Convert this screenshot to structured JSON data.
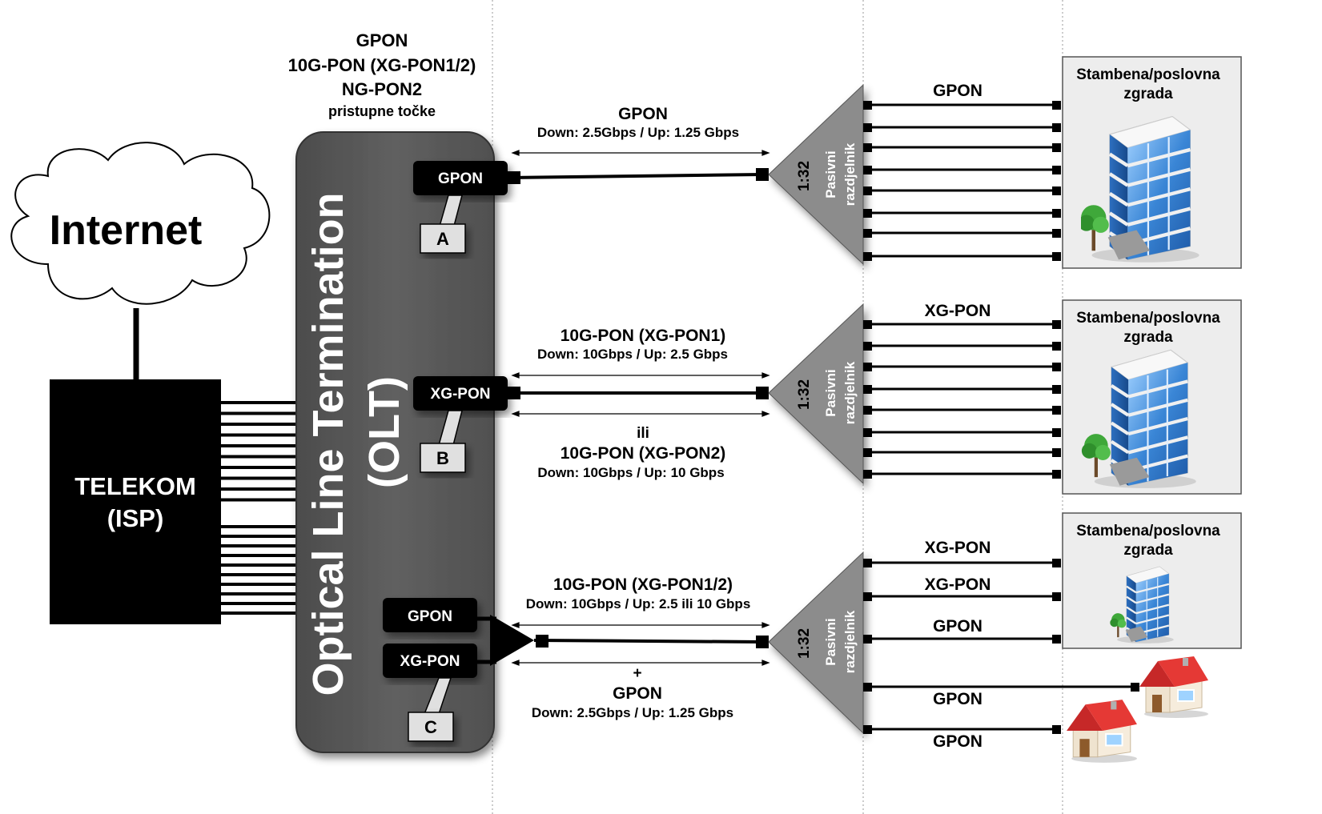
{
  "internet": {
    "label": "Internet"
  },
  "isp": {
    "line1": "TELEKOM",
    "line2": "(ISP)"
  },
  "olt": {
    "header": [
      "GPON",
      "10G-PON (XG-PON1/2)",
      "NG-PON2"
    ],
    "subheader": "pristupne točke",
    "title": "Optical Line Termination",
    "title_abbr": "(OLT)"
  },
  "ports": {
    "a": "GPON",
    "b": "XG-PON",
    "c_top": "GPON",
    "c_bottom": "XG-PON"
  },
  "callouts": {
    "a": "A",
    "b": "B",
    "c": "C"
  },
  "links": {
    "a": {
      "title": "GPON",
      "speed": "Down: 2.5Gbps / Up: 1.25 Gbps"
    },
    "b": {
      "title": "10G-PON (XG-PON1)",
      "speed": "Down: 10Gbps / Up: 2.5 Gbps",
      "or": "ili",
      "title2": "10G-PON (XG-PON2)",
      "speed2": "Down: 10Gbps / Up: 10 Gbps"
    },
    "c": {
      "title": "10G-PON (XG-PON1/2)",
      "speed": "Down: 10Gbps / Up: 2.5 ili 10 Gbps",
      "plus": "+",
      "title2": "GPON",
      "speed2": "Down: 2.5Gbps / Up: 1.25 Gbps"
    }
  },
  "splitters": {
    "ratio": "1:32",
    "label1": "Pasivni",
    "label2": "razdjelnik"
  },
  "fibers": {
    "a": [
      "GPON"
    ],
    "b": [
      "XG-PON"
    ],
    "c": [
      "XG-PON",
      "XG-PON",
      "GPON",
      "GPON",
      "GPON"
    ]
  },
  "buildings": {
    "label1": "Stambena/poslovna",
    "label2": "zgrada"
  },
  "colors": {
    "olt_fill": "#555555",
    "isp_fill": "#000000",
    "splitter_fill": "#8c8c8c",
    "building_panel": "#ededed",
    "callout_fill": "#e0e0e0",
    "building_glass": "#4a90d9",
    "roof_red": "#c62828"
  }
}
